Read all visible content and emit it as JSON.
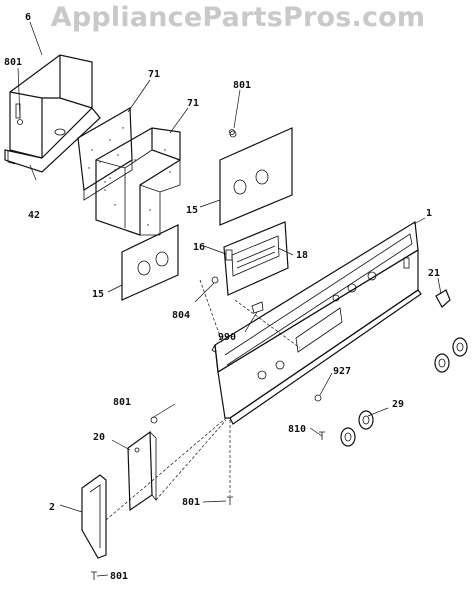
{
  "watermark": "AppliancePartsPros.com",
  "callouts": {
    "c6": "6",
    "c801_tl": "801",
    "c71_a": "71",
    "c71_b": "71",
    "c801_tr": "801",
    "c42": "42",
    "c15_r": "15",
    "c16": "16",
    "c18": "18",
    "c1": "1",
    "c21": "21",
    "c15_l": "15",
    "c804": "804",
    "c990": "990",
    "c927": "927",
    "c801_mid": "801",
    "c20": "20",
    "c810": "810",
    "c29": "29",
    "c801_low": "801",
    "c2": "2",
    "c801_bot": "801"
  }
}
